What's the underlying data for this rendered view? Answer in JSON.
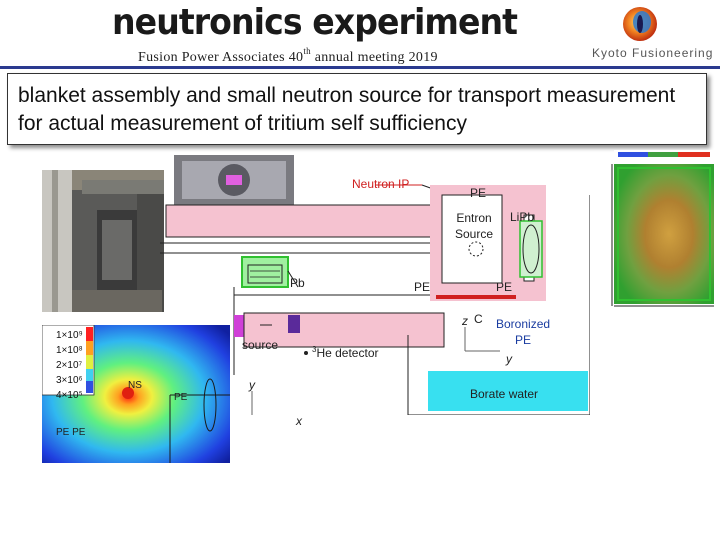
{
  "header": {
    "title": "neutronics experiment",
    "subtitle_prefix": "Fusion Power Associates 40",
    "subtitle_sup": "th",
    "subtitle_suffix": " annual meeting 2019",
    "logo_text": "Kyoto Fusioneering"
  },
  "banner": {
    "text": "blanket  assembly and small neutron source for transport measurement for actual measurement of tritium self sufficiency"
  },
  "photo": {
    "description": ""
  },
  "diagram": {
    "neutron_ip": "Neutron IP",
    "pe_top": "PE",
    "entron_source": "Entron\nSource",
    "lipb": "LiPb",
    "pb": "Pb",
    "pe_mid": "PE",
    "pe_right": "PE",
    "axis_z": "z",
    "axis_c": "C",
    "boronized_pe": "Boronized\nPE",
    "axis_y_right": "y",
    "source": "source",
    "he3_prefix": "3",
    "he3_detector": "He detector",
    "axis_y": "y",
    "axis_x": "x",
    "borate_water": "Borate water"
  },
  "flux_map": {
    "legend": [
      "1×10⁹",
      "1×10⁸",
      "2×10⁷",
      "3×10⁶",
      "4×10⁵"
    ],
    "ns_label": "NS",
    "pe_label": "PE",
    "pe_pe_label": "PE PE"
  },
  "colors": {
    "title_rule": "#2a3a8f",
    "pink": "#f5c2d0",
    "magenta": "#d040d8",
    "cyan": "#38e0f0",
    "purple": "#5a2a9a",
    "green": "#30c030",
    "red_text": "#d02020"
  }
}
